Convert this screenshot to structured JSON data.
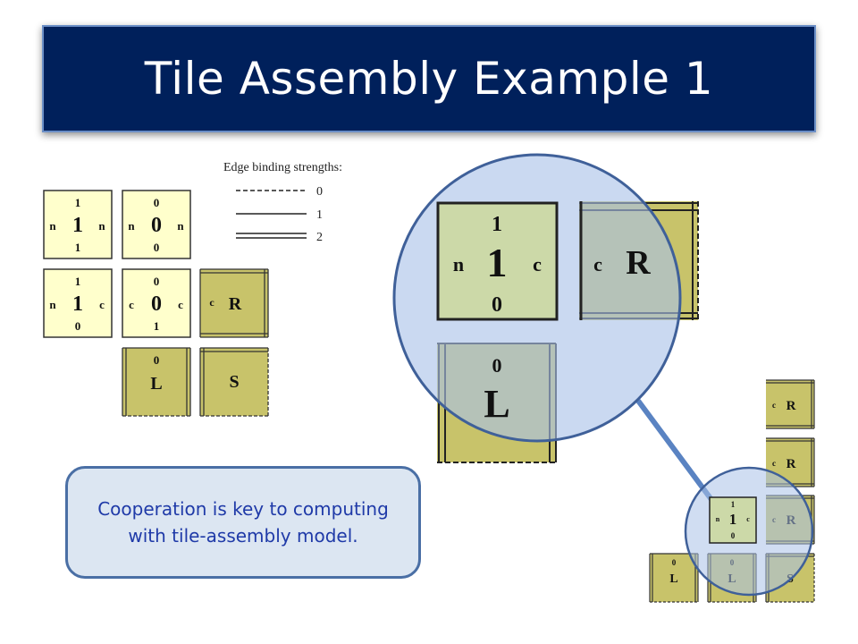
{
  "title": "Tile Assembly Example 1",
  "legend": {
    "heading": "Edge binding strengths:",
    "items": [
      "0",
      "1",
      "2"
    ]
  },
  "tiles": {
    "one_n": {
      "top": "1",
      "center": "1",
      "bottom": "1",
      "left": "n",
      "right": "n"
    },
    "zero_n": {
      "top": "0",
      "center": "0",
      "bottom": "0",
      "left": "n",
      "right": "n"
    },
    "one_c": {
      "top": "1",
      "center": "1",
      "bottom": "0",
      "left": "n",
      "right": "c"
    },
    "zero_c": {
      "top": "0",
      "center": "0",
      "bottom": "1",
      "left": "c",
      "right": "c"
    },
    "r_tile": {
      "left": "c",
      "center": "R"
    },
    "l_tile": {
      "top": "0",
      "center": "L"
    },
    "s_tile": {
      "center": "S"
    }
  },
  "callout": {
    "line1": "Cooperation is key to computing",
    "line2": "with tile-assembly model."
  },
  "colors": {
    "title_bg": "#00205b",
    "tile_yellow": "#ffffcc",
    "tile_olive": "#c8c36a",
    "tile_green": "#ccd9a8",
    "magnifier": "#a9c1e8",
    "magnifier_border": "#3f6099"
  }
}
